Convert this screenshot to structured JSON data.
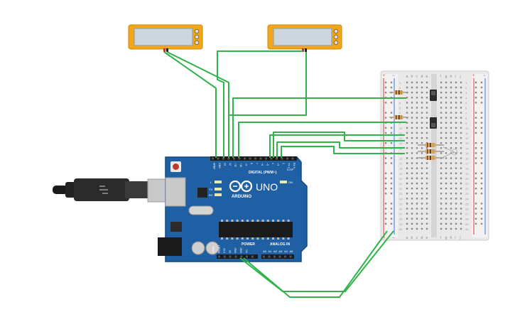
{
  "board": {
    "brand": "ARDUINO",
    "model": "UNO",
    "digital_label": "DIGITAL (PWM~)",
    "power_label": "POWER",
    "analog_label": "ANALOG IN",
    "icsp_label": "ICSP",
    "on_label": "ON",
    "led_labels": [
      "L",
      "TX",
      "RX"
    ],
    "digital_pins": [
      "AREF",
      "GND",
      "13",
      "12",
      "~11",
      "~10",
      "~9",
      "8",
      "7",
      "~6",
      "~5",
      "4",
      "~3",
      "2",
      "TX 1",
      "RX 0"
    ],
    "power_pins": [
      "IOREF",
      "RESET",
      "3.3V",
      "5V",
      "GND",
      "GND",
      "Vin"
    ],
    "analog_pins": [
      "A0",
      "A1",
      "A2",
      "A3",
      "A4",
      "A5"
    ]
  },
  "breadboard": {
    "col_letters_left": [
      "a",
      "b",
      "c",
      "d",
      "e"
    ],
    "col_letters_right": [
      "f",
      "g",
      "h",
      "i",
      "j"
    ],
    "rail_plus": "+",
    "rail_minus": "−",
    "row_count": 30
  },
  "components": {
    "lcd_count": 2,
    "resistor_count": 5,
    "switch_count": 2
  },
  "colors": {
    "board": "#1f5fa3",
    "board_edge": "#17497f",
    "wire": "#2fb34a",
    "lcd_frame": "#f2a71a",
    "lcd_screen": "#cdd6df",
    "breadboard": "#e6e6e6",
    "rail_red": "#e23b3b",
    "rail_blue": "#3b6fe2"
  }
}
